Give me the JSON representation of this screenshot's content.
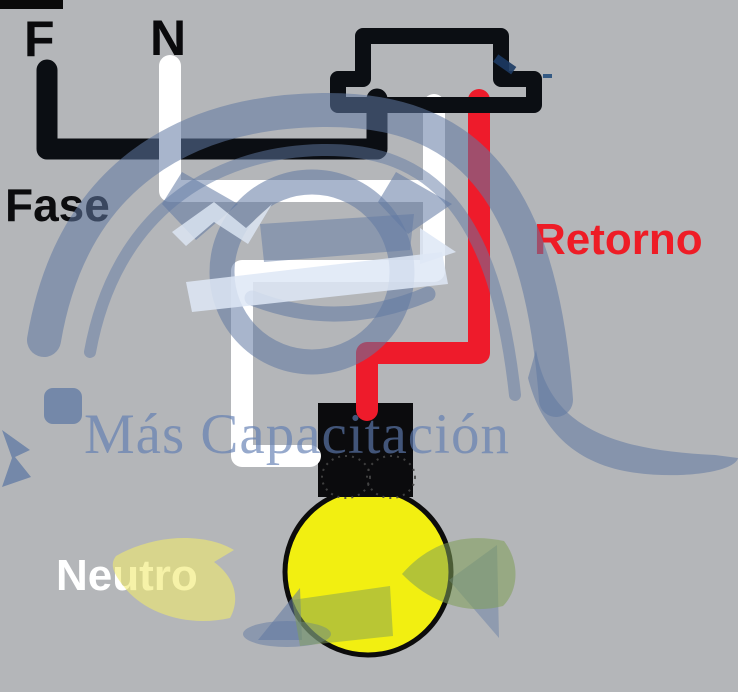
{
  "labels": {
    "f": "F",
    "n": "N",
    "fase": "Fase",
    "retorno": "Retorno",
    "neutro": "Neutro"
  },
  "watermark": {
    "text": "Más Capacitación"
  },
  "colors": {
    "background": "#b4b6b9",
    "wire_black": "#0b0e13",
    "wire_white": "#ffffff",
    "wire_red": "#ee1b2b",
    "retorno_label_red": "#ee1c26",
    "neutro_label_white": "#ffffff",
    "fase_label_black": "#0c0c0e",
    "bulb_yellow": "#f2ef11",
    "bulb_outline": "#0c0c0c",
    "socket_black": "#0b0b0d",
    "watermark_blue": "#617aa4",
    "watermark_light_blue": "#dee8f6",
    "watermark_green": "#809e58",
    "watermark_yellow": "#f0e96e"
  }
}
